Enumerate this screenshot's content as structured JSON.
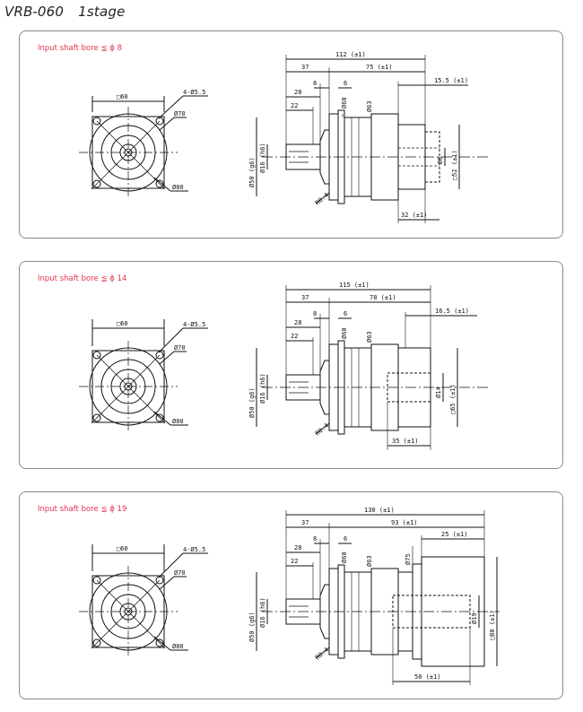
{
  "header": {
    "model": "VRB-060",
    "stage": "1stage"
  },
  "panels": [
    {
      "label": "Input shaft bore  ≦ ϕ 8",
      "dims": {
        "square": "□60",
        "holes": "4-Ø5.5",
        "pcd": "Ø70",
        "flange_diam": "Ø80",
        "overall": "112 (±1)",
        "body": "75 (±1)",
        "front": "37",
        "shaft_len": "28",
        "key_len": "22",
        "step_a": "8",
        "step_b": "6",
        "tail_step": "15.5 (±1)",
        "pilot": "Ø60",
        "body_diam": "Ø63",
        "shaft": "Ø16 (h6)",
        "spigot": "Ø50 (g6)",
        "bore": "Ø8",
        "adapter_sq": "□52 (±1)",
        "adapter_len": "32 (±1)",
        "radius": "R0.4"
      }
    },
    {
      "label": "Input shaft bore  ≦ ϕ 14",
      "dims": {
        "square": "□60",
        "holes": "4-Ø5.5",
        "pcd": "Ø70",
        "flange_diam": "Ø80",
        "overall": "115 (±1)",
        "body": "78 (±1)",
        "front": "37",
        "shaft_len": "28",
        "key_len": "22",
        "step_a": "8",
        "step_b": "6",
        "tail_step": "16.5 (±1)",
        "pilot": "Ø60",
        "body_diam": "Ø63",
        "shaft": "Ø16 (h6)",
        "spigot": "Ø50 (g6)",
        "bore": "Ø14",
        "adapter_sq": "□65 (±1)",
        "adapter_len": "35 (±1)",
        "radius": "R0.4"
      }
    },
    {
      "label": "Input shaft bore  ≦ ϕ 19",
      "dims": {
        "square": "□60",
        "holes": "4-Ø5.5",
        "pcd": "Ø70",
        "flange_diam": "Ø80",
        "overall": "130 (±1)",
        "body": "93 (±1)",
        "front": "37",
        "shaft_len": "28",
        "key_len": "22",
        "step_a": "8",
        "step_b": "6",
        "tail_step": "25 (±1)",
        "pilot": "Ø60",
        "body_diam": "Ø63",
        "extra_diam": "Ø75",
        "shaft": "Ø16 (h6)",
        "spigot": "Ø50 (g6)",
        "bore": "Ø19",
        "adapter_sq": "□80 (±1)",
        "adapter_len": "50 (±1)",
        "radius": "R0.4"
      }
    }
  ]
}
